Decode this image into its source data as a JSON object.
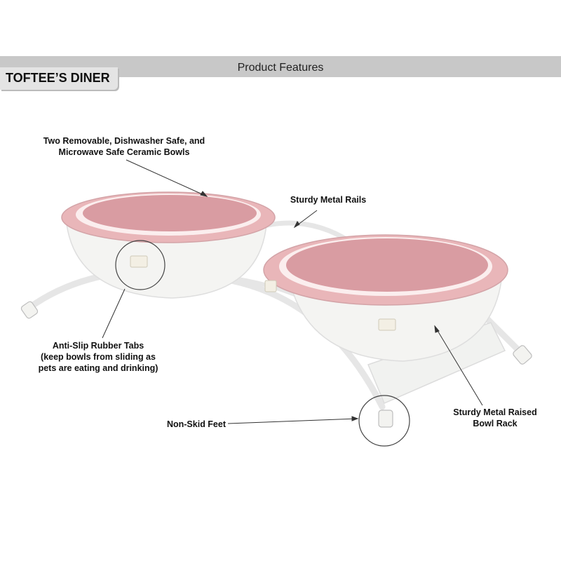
{
  "header": {
    "title": "Product Features",
    "brand": "TOFTEE’S DINER"
  },
  "callouts": {
    "bowls": [
      "Two Removable, Dishwasher Safe, and",
      "Microwave Safe Ceramic Bowls"
    ],
    "rails": [
      "Sturdy Metal Rails"
    ],
    "tabs": [
      "Anti-Slip Rubber Tabs",
      "(keep bowls from sliding as",
      "pets are eating and drinking)"
    ],
    "feet": [
      "Non-Skid Feet"
    ],
    "rack": [
      "Sturdy Metal Raised",
      "Bowl Rack"
    ]
  },
  "colors": {
    "bowl_rim": "#e9b6b9",
    "bowl_inner": "#d99ca2",
    "bowl_body": "#f4f4f2",
    "frame": "#f7f7f7",
    "header_bar": "#c8c8c8",
    "brand_tab": "#e4e4e4"
  }
}
